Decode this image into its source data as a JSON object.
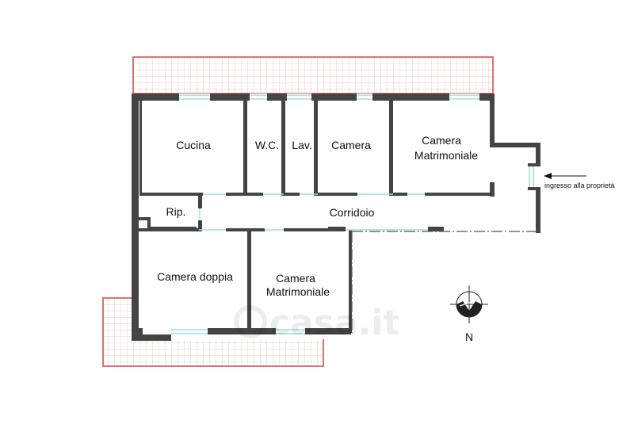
{
  "rooms": {
    "cucina": "Cucina",
    "wc": "W.C.",
    "lav": "Lav.",
    "camera": "Camera",
    "matrimoniale_top_1": "Camera",
    "matrimoniale_top_2": "Matrimoniale",
    "rip": "Rip.",
    "corridoio": "Corridoio",
    "camera_doppia": "Camera doppia",
    "matrimoniale_bottom_1": "Camera",
    "matrimoniale_bottom_2": "Matrimoniale"
  },
  "entrance_label": "ingresso alla proprietà",
  "north_label": "N",
  "watermark": "casa.it",
  "colors": {
    "wall": "#444444",
    "window": "#9fe0e0",
    "balcony": "#e07070",
    "dash": "#555555"
  }
}
